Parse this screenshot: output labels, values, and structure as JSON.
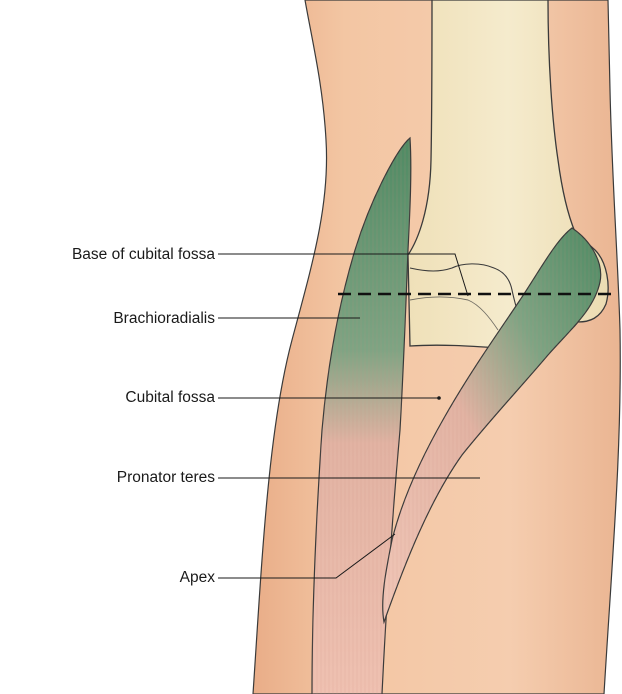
{
  "diagram": {
    "labels": {
      "base": "Base of cubital fossa",
      "brachioradialis": "Brachioradialis",
      "cubital_fossa": "Cubital fossa",
      "pronator_teres": "Pronator teres",
      "apex": "Apex"
    },
    "colors": {
      "skin": "#f3c9a6",
      "skin_shadow": "#eab28e",
      "bone": "#f2e6c2",
      "bone_outline": "#3a3a3a",
      "muscle_green": "#5e8f6c",
      "muscle_pink": "#e8b7a6",
      "outline": "#2b2b2b"
    }
  }
}
